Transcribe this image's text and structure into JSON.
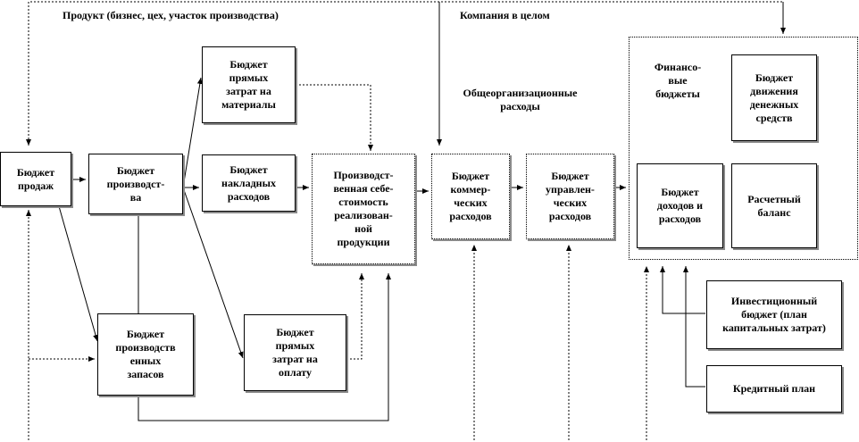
{
  "headers": {
    "product": "Продукт (бизнес, цех, участок производства)",
    "company": "Компания в целом"
  },
  "labels": {
    "overhead_general": "Общеорганизационные\nрасходы"
  },
  "boxes": {
    "sales": "Бюджет\nпродаж",
    "production": "Бюджет\nпроизводст-\nва",
    "direct_materials": "Бюджет\nпрямых\nзатрат на\nматериалы",
    "overhead": "Бюджет\nнакладных\nрасходов",
    "cost_of_sales": "Производст-\nвенная себе-\nстоимость\nреализован-\nной\nпродукции",
    "commercial": "Бюджет\nкоммер-\nческих\nрасходов",
    "administrative": "Бюджет\nуправлен-\nческих\nрасходов",
    "inventory": "Бюджет\nпроизводств\nенных\nзапасов",
    "direct_labor": "Бюджет\nпрямых\nзатрат на\nоплату",
    "financial": "Финансо-\nвые\nбюджеты",
    "cash_flow": "Бюджет\nдвижения\nденежных\nсредств",
    "income_statement": "Бюджет\nдоходов и\nрасходов",
    "balance": "Расчетный\nбаланс",
    "investment": "Инвестиционный\nбюджет (план\nкапитальных затрат)",
    "credit": "Кредитный план"
  }
}
